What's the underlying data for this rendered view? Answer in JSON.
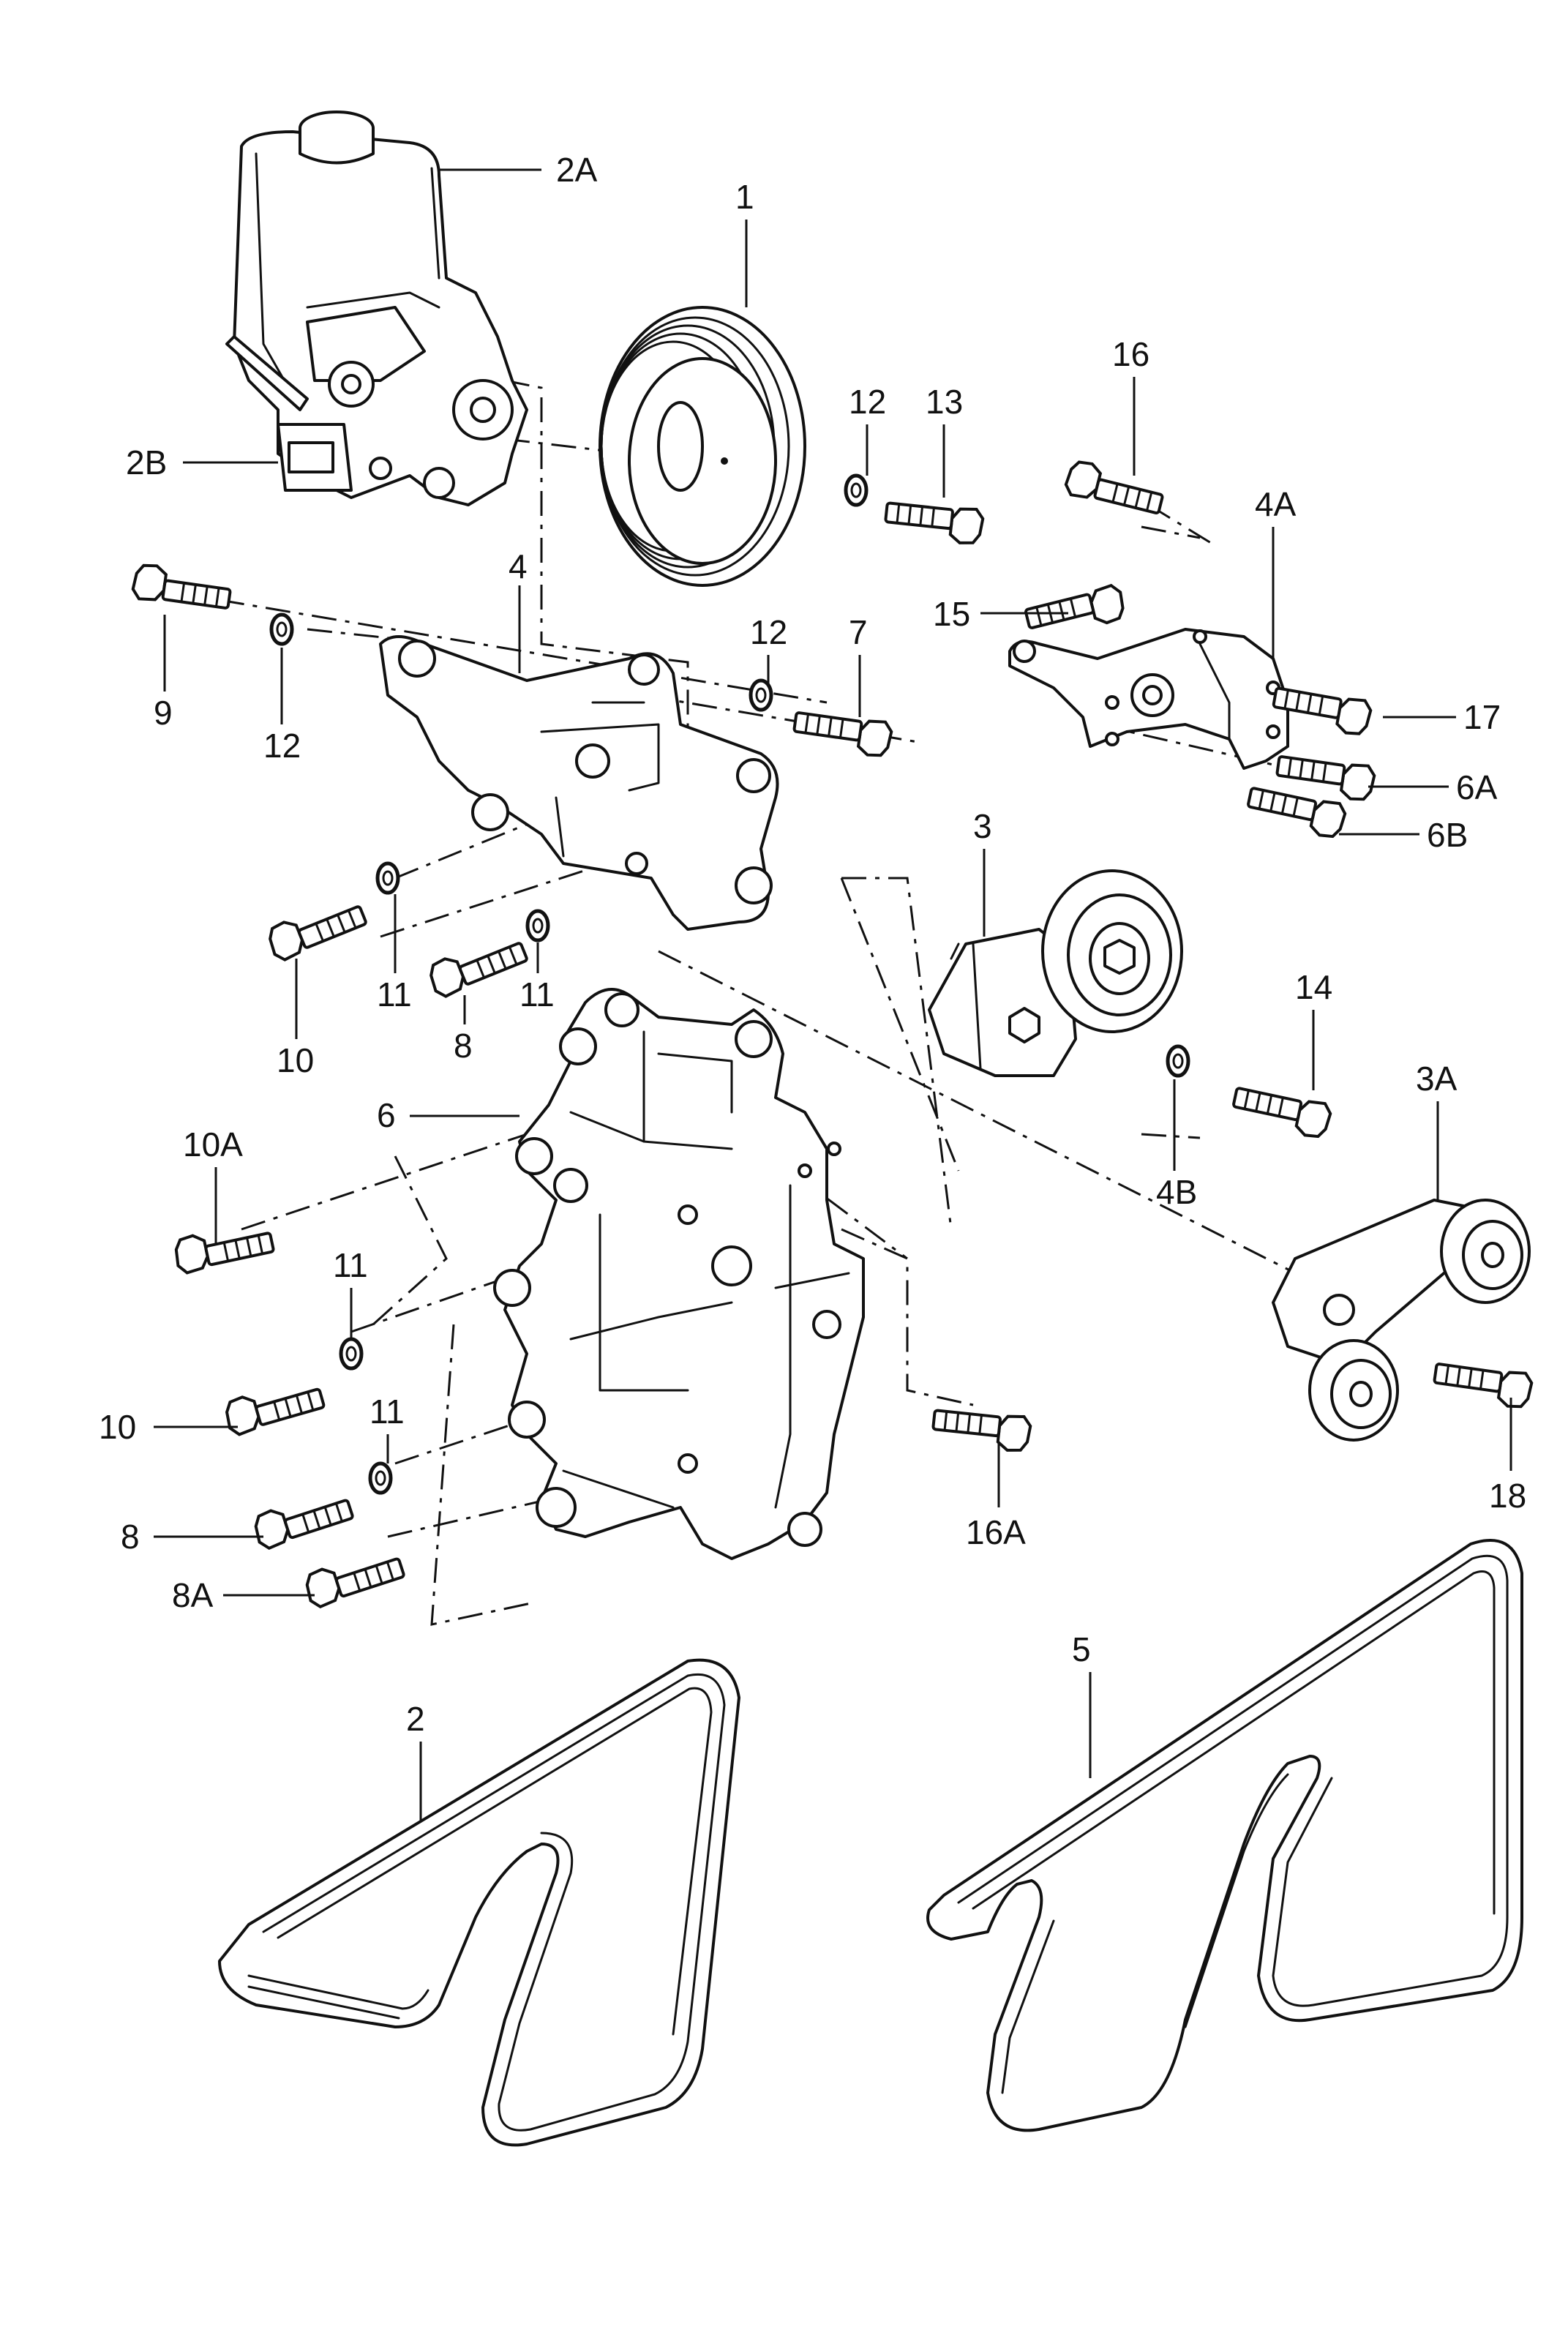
{
  "callouts": {
    "c1": "1",
    "c2": "2",
    "c2A": "2A",
    "c2B": "2B",
    "c3": "3",
    "c3A": "3A",
    "c4": "4",
    "c4A": "4A",
    "c4B": "4B",
    "c5": "5",
    "c6": "6",
    "c6A": "6A",
    "c6B": "6B",
    "c7": "7",
    "c8a": "8",
    "c8b": "8",
    "c8A": "8A",
    "c9": "9",
    "c10a": "10",
    "c10b": "10",
    "c10A": "10A",
    "c11a": "11",
    "c11b": "11",
    "c11c": "11",
    "c11d": "11",
    "c12a": "12",
    "c12b": "12",
    "c12c": "12",
    "c13": "13",
    "c14": "14",
    "c15": "15",
    "c16": "16",
    "c16A": "16A",
    "c17": "17",
    "c18": "18"
  }
}
